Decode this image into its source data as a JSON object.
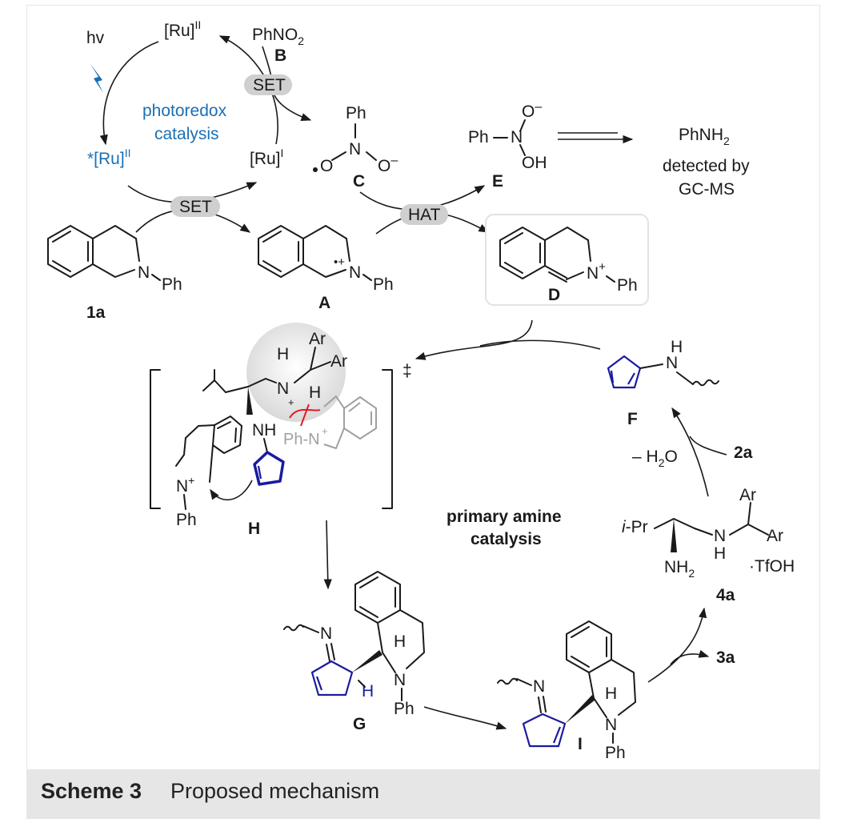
{
  "photo": {
    "hv": "hv",
    "ru_ii": "[Ru]",
    "ru_ii_sup": "II",
    "ru_ii_excited": "*[Ru]",
    "ru_ii_excited_sup": "II",
    "ru_i": "[Ru]",
    "ru_i_sup": "I",
    "phno2": "PhNO",
    "phno2_sub": "2",
    "label_B": "B",
    "set1": "SET",
    "set2": "SET",
    "cycle_label_line1": "photoredox",
    "cycle_label_line2": "catalysis"
  },
  "radical_C": {
    "ph": "Ph",
    "n": "N",
    "o_left": "O",
    "o_right": "O",
    "minus": "–",
    "label": "C"
  },
  "species_E": {
    "ph": "Ph",
    "n": "N",
    "o_top": "O",
    "minus": "–",
    "oh": "OH",
    "label": "E"
  },
  "product_aniline": {
    "formula": "PhNH",
    "sub": "2",
    "line2": "detected by",
    "line3": "GC-MS"
  },
  "hat": "HAT",
  "substrate_1a": {
    "n": "N",
    "ph": "Ph",
    "label": "1a"
  },
  "radical_A": {
    "n": "N",
    "ph": "Ph",
    "radical_mark": "•+",
    "label": "A"
  },
  "iminium_D": {
    "n": "N",
    "plus": "+",
    "ph": "Ph",
    "label": "D"
  },
  "enamine_F": {
    "n": "N",
    "h": "H",
    "label": "F"
  },
  "water": "– H",
  "water_sub": "2",
  "water_o": "O",
  "reagent_2a": "2a",
  "catalyst_4a": {
    "ipr": "i",
    "ipr_rest": "-Pr",
    "n": "N",
    "h": "H",
    "nh2": "NH",
    "nh2_sub": "2",
    "ar1": "Ar",
    "ar2": "Ar",
    "tfoh": "·TfOH",
    "label": "4a"
  },
  "ts_H": {
    "dagger": "‡",
    "h": "H",
    "n": "N",
    "plus": "+",
    "ar1": "Ar",
    "ar2": "Ar",
    "nh": "NH",
    "ph_n": "Ph-N",
    "plus2": "+",
    "iminium_n": "N",
    "iminium_plus": "+",
    "iminium_ph": "Ph",
    "label": "H"
  },
  "cycle2_label_line1": "primary amine",
  "cycle2_label_line2": "catalysis",
  "intermediate_G": {
    "n_imine": "N",
    "h1": "H",
    "h2": "H",
    "n": "N",
    "ph": "Ph",
    "label": "G"
  },
  "intermediate_I": {
    "n_imine": "N",
    "h": "H",
    "n": "N",
    "ph": "Ph",
    "label": "I"
  },
  "product_3a": "3a",
  "caption": {
    "label": "Scheme 3",
    "text": "Proposed mechanism"
  }
}
